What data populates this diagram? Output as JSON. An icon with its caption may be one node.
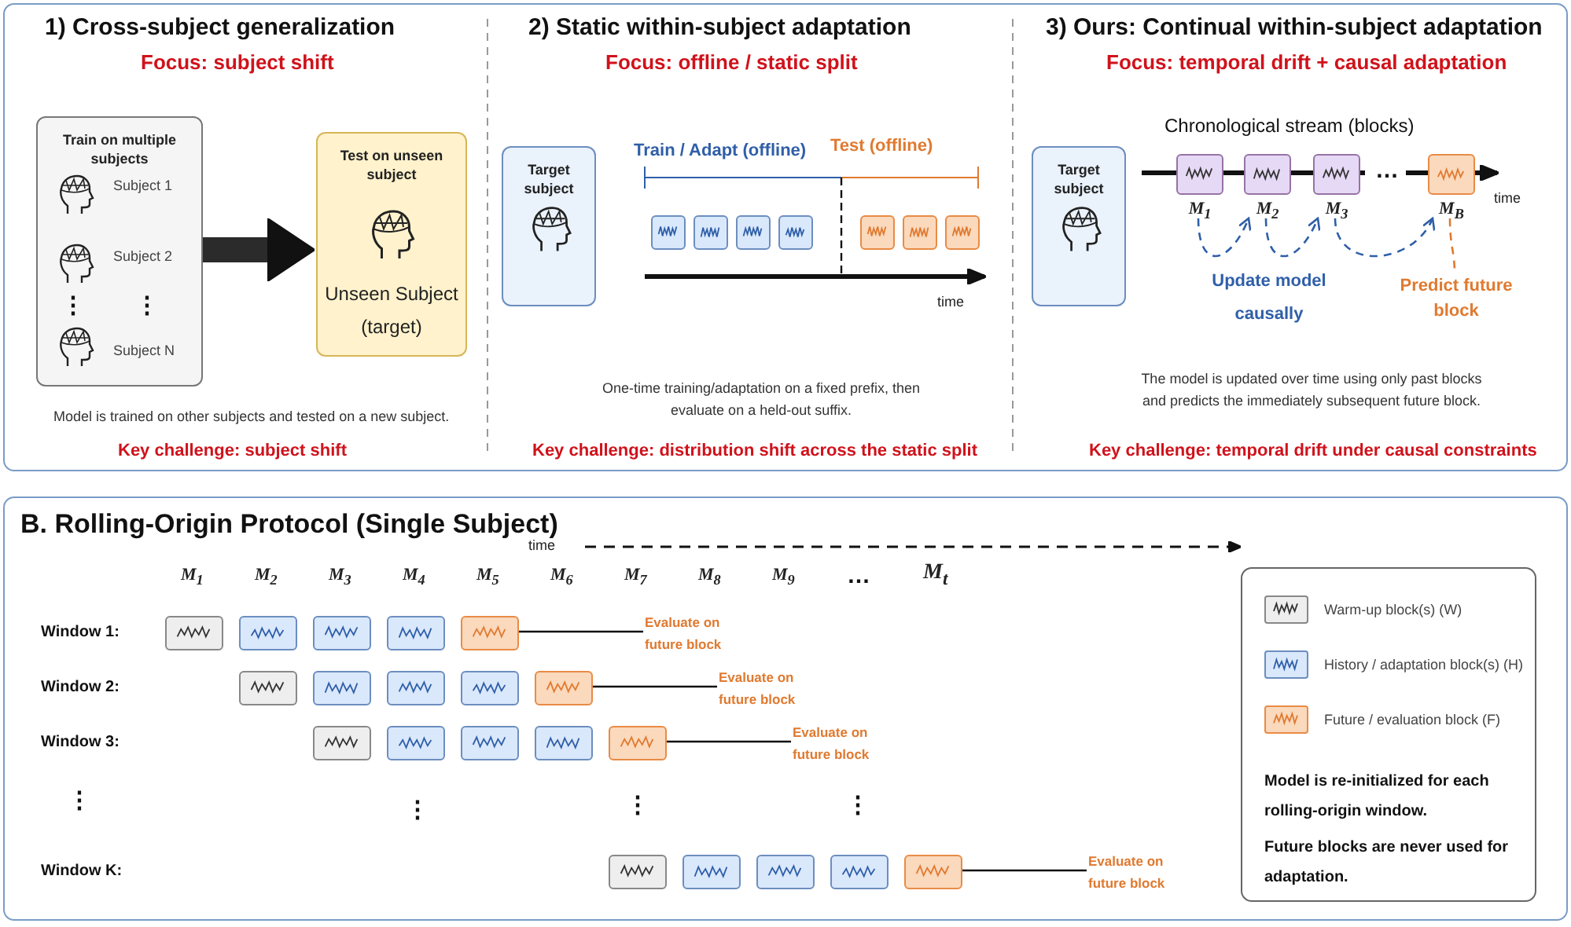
{
  "diagram": {
    "nodes": [
      {
        "text": [],
        "shape": "box"
      },
      {
        "text": [
          "Train on multiple subjects"
        ],
        "in": 0
      },
      {
        "text": [
          "Test on unseen subject",
          "Unseen Subject (target)"
        ],
        "in": 0
      },
      {
        "text": [
          "Target subject"
        ],
        "in": 0
      },
      {
        "text": [],
        "shape": "box",
        "in": 0
      },
      {
        "text": [],
        "shape": "box",
        "in": 0
      },
      {
        "text": [],
        "shape": "box",
        "in": 0
      },
      {
        "text": [],
        "shape": "box",
        "in": 0
      },
      {
        "text": [],
        "shape": "box",
        "in": 0
      },
      {
        "text": [],
        "shape": "box",
        "in": 0
      },
      {
        "text": [],
        "shape": "box",
        "in": 0
      },
      {
        "text": [
          "Target subject"
        ],
        "in": 0
      },
      {
        "text": [],
        "shape": "box",
        "beside": [
          "M$_{1}$"
        ],
        "in": 0
      },
      {
        "text": [],
        "shape": "box",
        "beside": [
          "M$_{2}$"
        ],
        "in": 0
      },
      {
        "text": [],
        "shape": "box",
        "beside": [
          "M$_{3}$"
        ],
        "in": 0
      },
      {
        "text": [],
        "shape": "box",
        "beside": [
          "M$_{B}$"
        ],
        "in": 0
      },
      {
        "text": [
          "Predict future block"
        ],
        "in": 0
      },
      {
        "text": [
          "B. Rolling-Origin Protocol (Single Subject)"
        ]
      },
      {
        "text": [],
        "shape": "box",
        "in": 17
      },
      {
        "text": [],
        "shape": "box",
        "in": 17
      },
      {
        "text": [],
        "shape": "box",
        "in": 17
      },
      {
        "text": [],
        "shape": "box",
        "in": 17
      },
      {
        "text": [],
        "shape": "box",
        "in": 17
      },
      {
        "text": [
          "Evaluate on future block"
        ],
        "in": 17
      },
      {
        "text": [],
        "shape": "box",
        "in": 17
      },
      {
        "text": [],
        "shape": "box",
        "in": 17
      },
      {
        "text": [],
        "shape": "box",
        "in": 17
      },
      {
        "text": [],
        "shape": "box",
        "in": 17
      },
      {
        "text": [],
        "shape": "box",
        "in": 17
      },
      {
        "text": [
          "Evaluate on future block"
        ],
        "in": 17
      },
      {
        "text": [],
        "shape": "box",
        "in": 17
      },
      {
        "text": [],
        "shape": "box",
        "in": 17
      },
      {
        "text": [],
        "shape": "box",
        "in": 17
      },
      {
        "text": [],
        "shape": "box",
        "in": 17
      },
      {
        "text": [],
        "shape": "box",
        "in": 17
      },
      {
        "text": [
          "Evaluate on future block"
        ],
        "in": 17
      },
      {
        "text": [],
        "shape": "box",
        "in": 17
      },
      {
        "text": [],
        "shape": "box",
        "in": 17
      },
      {
        "text": [],
        "shape": "box",
        "in": 17
      },
      {
        "text": [],
        "shape": "box",
        "in": 17
      },
      {
        "text": [],
        "shape": "box",
        "in": 17
      },
      {
        "text": [
          "Evaluate on future block"
        ],
        "in": 17
      },
      {
        "text": [
          "Model is re-initialized for each rolling-origin window.",
          "Future blocks are never used for adaptation."
        ],
        "in": 17
      }
    ],
    "edges": [
      {
        "from": 1,
        "to": 2,
        "arrow": "to",
        "style": "thick"
      },
      {
        "from": 12,
        "to": 13,
        "arrow": "to",
        "style": "dashed",
        "color": "#2f5fa8"
      },
      {
        "from": 13,
        "to": 14,
        "arrow": "to",
        "style": "dashed",
        "color": "#2f5fa8"
      },
      {
        "from": 14,
        "to": 15,
        "arrow": "to",
        "style": "dashed",
        "color": "#2f5fa8"
      },
      {
        "from": 15,
        "to": 16,
        "arrow": "none",
        "style": "dashed",
        "color": "#e07a30"
      },
      {
        "from": 22,
        "to": 23,
        "arrow": "none"
      },
      {
        "from": 28,
        "to": 29,
        "arrow": "none"
      },
      {
        "from": 34,
        "to": 35,
        "arrow": "none"
      },
      {
        "from": 40,
        "to": 41,
        "arrow": "none"
      }
    ],
    "labels": [
      "1) Cross-subject generalization",
      "Focus: subject shift",
      "2) Static within-subject adaptation",
      "Focus: offline / static split",
      "3) Ours: Continual within-subject adaptation",
      "Focus: temporal drift + causal adaptation",
      "Chronological stream (blocks)",
      "Subject 1",
      "Subject 2",
      "⋮",
      "⋮",
      "Subject N",
      "Train / Adapt (offline)",
      "Test (offline)",
      "time",
      "…",
      "time",
      "Update model causally",
      "Model is trained on other subjects and tested on a new subject.",
      "One-time training/adaptation on a fixed prefix, then evaluate on a held-out suffix.",
      "The model is updated over time using only past blocks and predicts the immediately subsequent future block.",
      "Key challenge: subject shift",
      "Key challenge: distribution shift across the static split",
      "Key challenge: temporal drift under causal constraints",
      "time",
      "M$_{1}$",
      "M$_{2}$",
      "M$_{3}$",
      "M$_{4}$",
      "M$_{5}$",
      "M$_{6}$",
      "M$_{7}$",
      "M$_{8}$",
      "M$_{9}$",
      "…",
      "M$_{t}$",
      "Window 1:",
      "Window 2:",
      "Window 3:",
      "⋮",
      "⋮",
      "⋮",
      "⋮",
      "Window K:"
    ],
    "legend": [
      {
        "text": "Warm-up block(s) (W)",
        "color": "#eeeeee"
      },
      {
        "text": "History / adaptation block(s) (H)",
        "color": "#dae8fc"
      },
      {
        "text": "Future / evaluation block (F)",
        "color": "#fad9bd"
      }
    ]
  }
}
